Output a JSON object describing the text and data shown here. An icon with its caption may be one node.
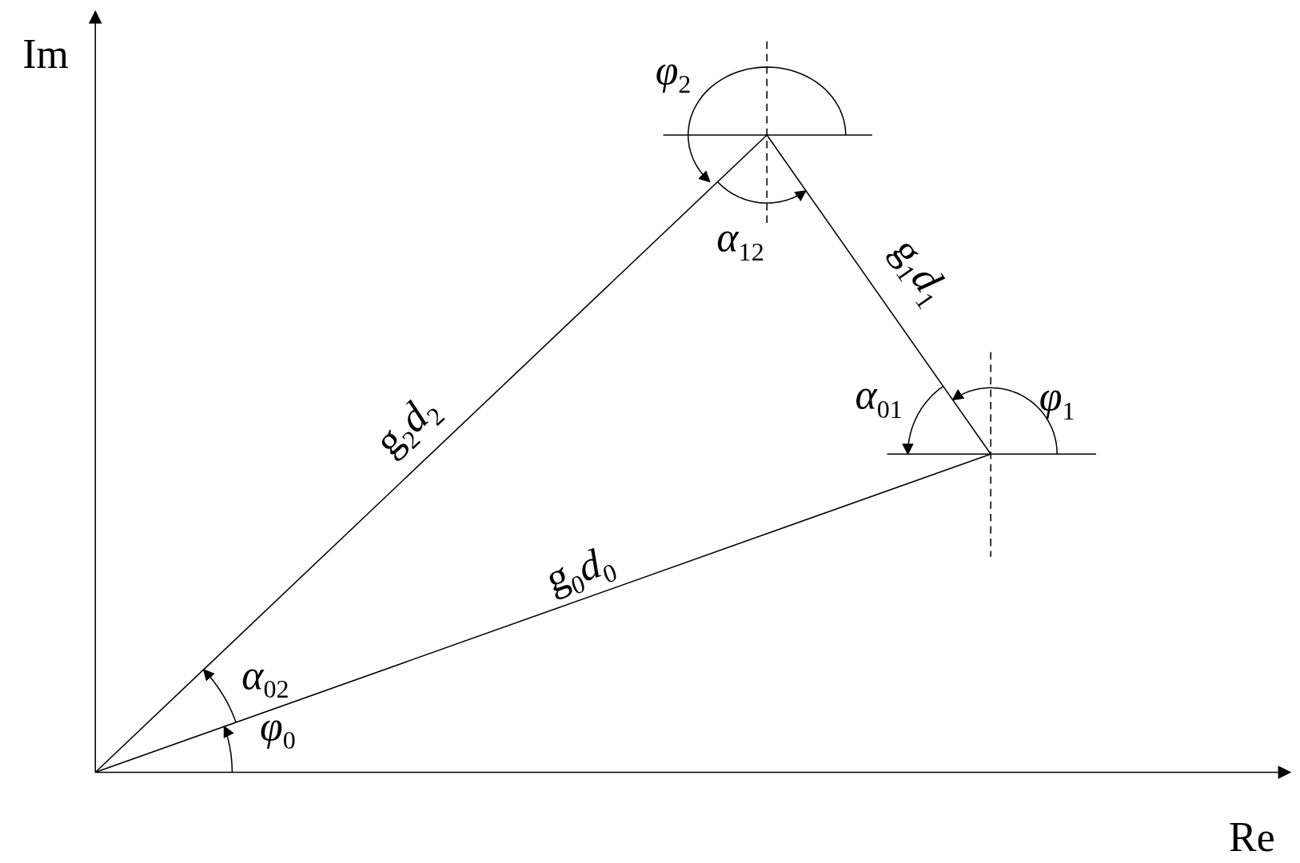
{
  "diagram": {
    "labels": [
      "Im",
      "*φ*$_{2}$",
      "*α*$_{12}$",
      "g$_{1}$*d*$_{1}$",
      "*α*$_{01}$",
      "*φ*$_{1}$",
      "g$_{2}$*d*$_{2}$",
      "g$_{0}$*d*$_{0}$",
      "*α*$_{02}$",
      "*φ*$_{0}$",
      "Re"
    ]
  }
}
